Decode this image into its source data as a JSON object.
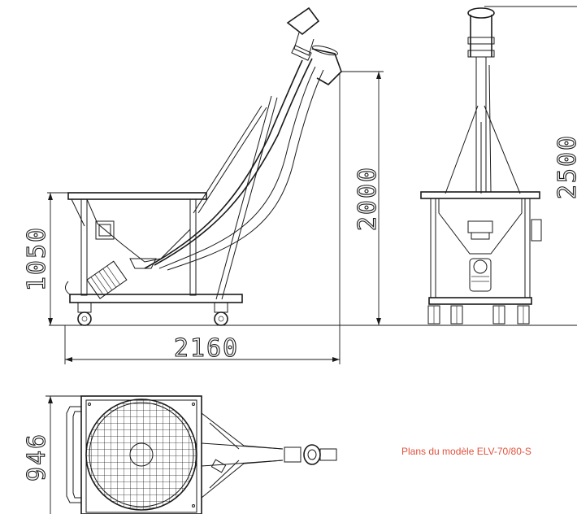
{
  "caption": "Plans du modèle ELV-70/80-S",
  "dimensions": {
    "side_height": "1050",
    "side_length": "2160",
    "outlet_height": "2000",
    "front_height": "2500",
    "top_width": "946"
  },
  "colors": {
    "line": "#1a1a1a",
    "caption": "#e0513c",
    "background": "#ffffff"
  }
}
